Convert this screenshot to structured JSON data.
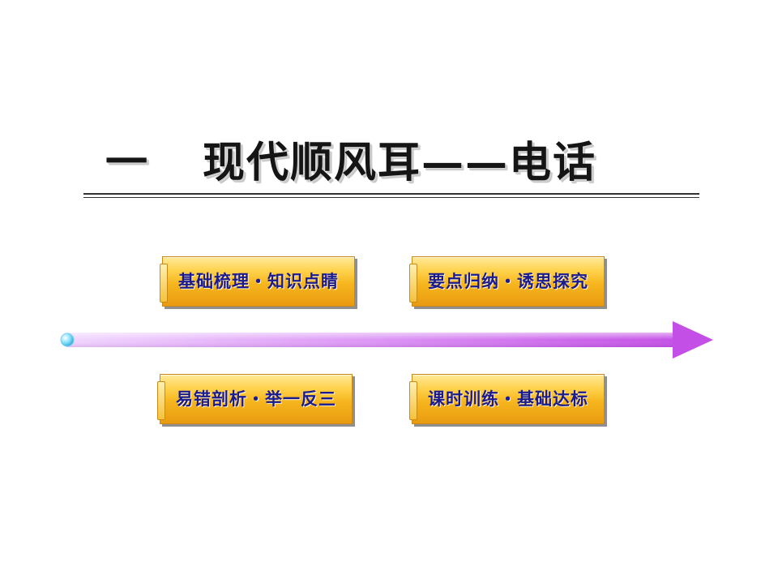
{
  "title": {
    "number": "一",
    "text": "现代顺风耳——电话"
  },
  "buttons": {
    "basics": "基础梳理・知识点睛",
    "key_points": "要点归纳・诱思探究",
    "errors": "易错剖析・举一反三",
    "practice": "课时训练・基础达标"
  },
  "colors": {
    "button_text": "#1b1b8f",
    "button_fill": "#f6b61e",
    "arrow": "#c44fe6"
  }
}
